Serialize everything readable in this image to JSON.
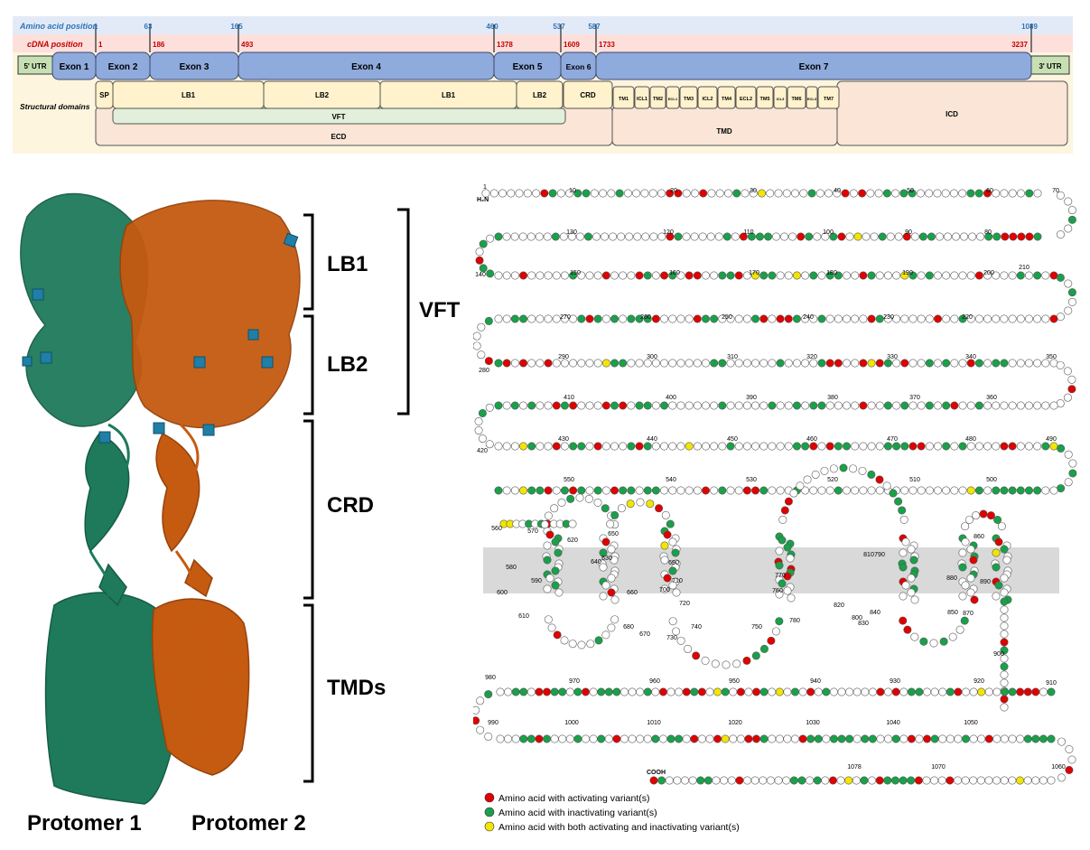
{
  "gene_map": {
    "aa_label": "Amino acid position",
    "cdna_label": "cDNA position",
    "domains_label": "Structural domains",
    "aa_positions": [
      "1",
      "63",
      "165",
      "460",
      "537",
      "587",
      "1089"
    ],
    "cdna_positions": [
      "1",
      "186",
      "493",
      "1378",
      "1609",
      "1733",
      "3237"
    ],
    "utr5": "5' UTR",
    "utr3": "3' UTR",
    "exons": [
      "Exon 1",
      "Exon 2",
      "Exon 3",
      "Exon 4",
      "Exon 5",
      "Exon 6",
      "Exon 7"
    ],
    "ecd_row": [
      "SP",
      "LB1",
      "LB2",
      "LB1",
      "LB2",
      "CRD"
    ],
    "tmd_row": [
      "TM1",
      "ICL1",
      "TM2",
      "ECL1",
      "TM3",
      "ICL2",
      "TM4",
      "ECL2",
      "TM5",
      "ICL3",
      "TM6",
      "ECL3",
      "TM7"
    ],
    "vft": "VFT",
    "ecd": "ECD",
    "tmd": "TMD",
    "icd": "ICD",
    "colors": {
      "aa_band": "#e3eaf7",
      "cdna_band": "#fde0dc",
      "exon": "#8faadc",
      "utr": "#c6e0b4",
      "domain": "#fff2cc",
      "vft": "#e2efda",
      "ecd": "#fbe5d6",
      "aa_text": "#2e75b6",
      "cdna_text": "#c00000"
    }
  },
  "structure": {
    "lb1": "LB1",
    "lb2": "LB2",
    "vft": "VFT",
    "crd": "CRD",
    "tmds": "TMDs",
    "protomer1": "Protomer 1",
    "protomer2": "Protomer 2",
    "colors": {
      "protomer1": "#1e7a5a",
      "protomer2": "#c55a11",
      "glycan": "#1f7fa6"
    }
  },
  "snake_plot": {
    "nterm": "H₂N",
    "cterm": "COOH",
    "position_labels": [
      "1",
      "10",
      "20",
      "30",
      "40",
      "50",
      "60",
      "70",
      "80",
      "90",
      "100",
      "110",
      "120",
      "130",
      "140",
      "150",
      "160",
      "170",
      "180",
      "190",
      "200",
      "210",
      "220",
      "230",
      "240",
      "250",
      "260",
      "270",
      "280",
      "290",
      "300",
      "310",
      "320",
      "330",
      "340",
      "350",
      "360",
      "370",
      "380",
      "390",
      "400",
      "410",
      "420",
      "430",
      "440",
      "450",
      "460",
      "470",
      "480",
      "490",
      "500",
      "510",
      "520",
      "530",
      "540",
      "550",
      "560",
      "570",
      "580",
      "590",
      "600",
      "610",
      "620",
      "630",
      "640",
      "650",
      "660",
      "670",
      "680",
      "690",
      "700",
      "710",
      "720",
      "730",
      "740",
      "750",
      "760",
      "770",
      "780",
      "790",
      "800",
      "810",
      "820",
      "830",
      "840",
      "850",
      "860",
      "870",
      "880",
      "890",
      "900",
      "910",
      "920",
      "930",
      "940",
      "950",
      "960",
      "970",
      "980",
      "990",
      "1000",
      "1010",
      "1020",
      "1030",
      "1040",
      "1050",
      "1060",
      "1070",
      "1078"
    ],
    "colors": {
      "activating": "#e00000",
      "inactivating": "#1aa04a",
      "both": "#f2e600",
      "neutral": "#ffffff",
      "membrane": "#d9d9d9"
    }
  },
  "legend": [
    {
      "label": "Amino acid with activating variant(s)",
      "color": "#e00000"
    },
    {
      "label": "Amino acid with inactivating variant(s)",
      "color": "#1aa04a"
    },
    {
      "label": "Amino acid with both activating and inactivating variant(s)",
      "color": "#f2e600"
    }
  ]
}
